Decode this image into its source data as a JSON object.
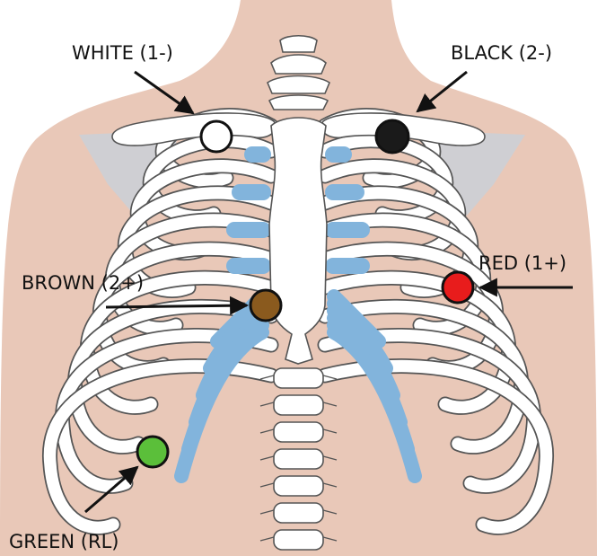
{
  "electrodes": [
    {
      "id": "white",
      "label": "WHITE (1-)",
      "color": "#ffffff"
    },
    {
      "id": "black",
      "label": "BLACK (2-)",
      "color": "#1a1a1a"
    },
    {
      "id": "brown",
      "label": "BROWN (2+)",
      "color": "#8a5a1e"
    },
    {
      "id": "red",
      "label": "RED (1+)",
      "color": "#e81c1c"
    },
    {
      "id": "green",
      "label": "GREEN (RL)",
      "color": "#5bbf3a"
    }
  ],
  "colors": {
    "skin": "#e9c8b8",
    "scapula": "#cfcfd3",
    "bone": "#ffffff",
    "bone_outline": "#555555",
    "cartilage": "#82b4dc"
  }
}
